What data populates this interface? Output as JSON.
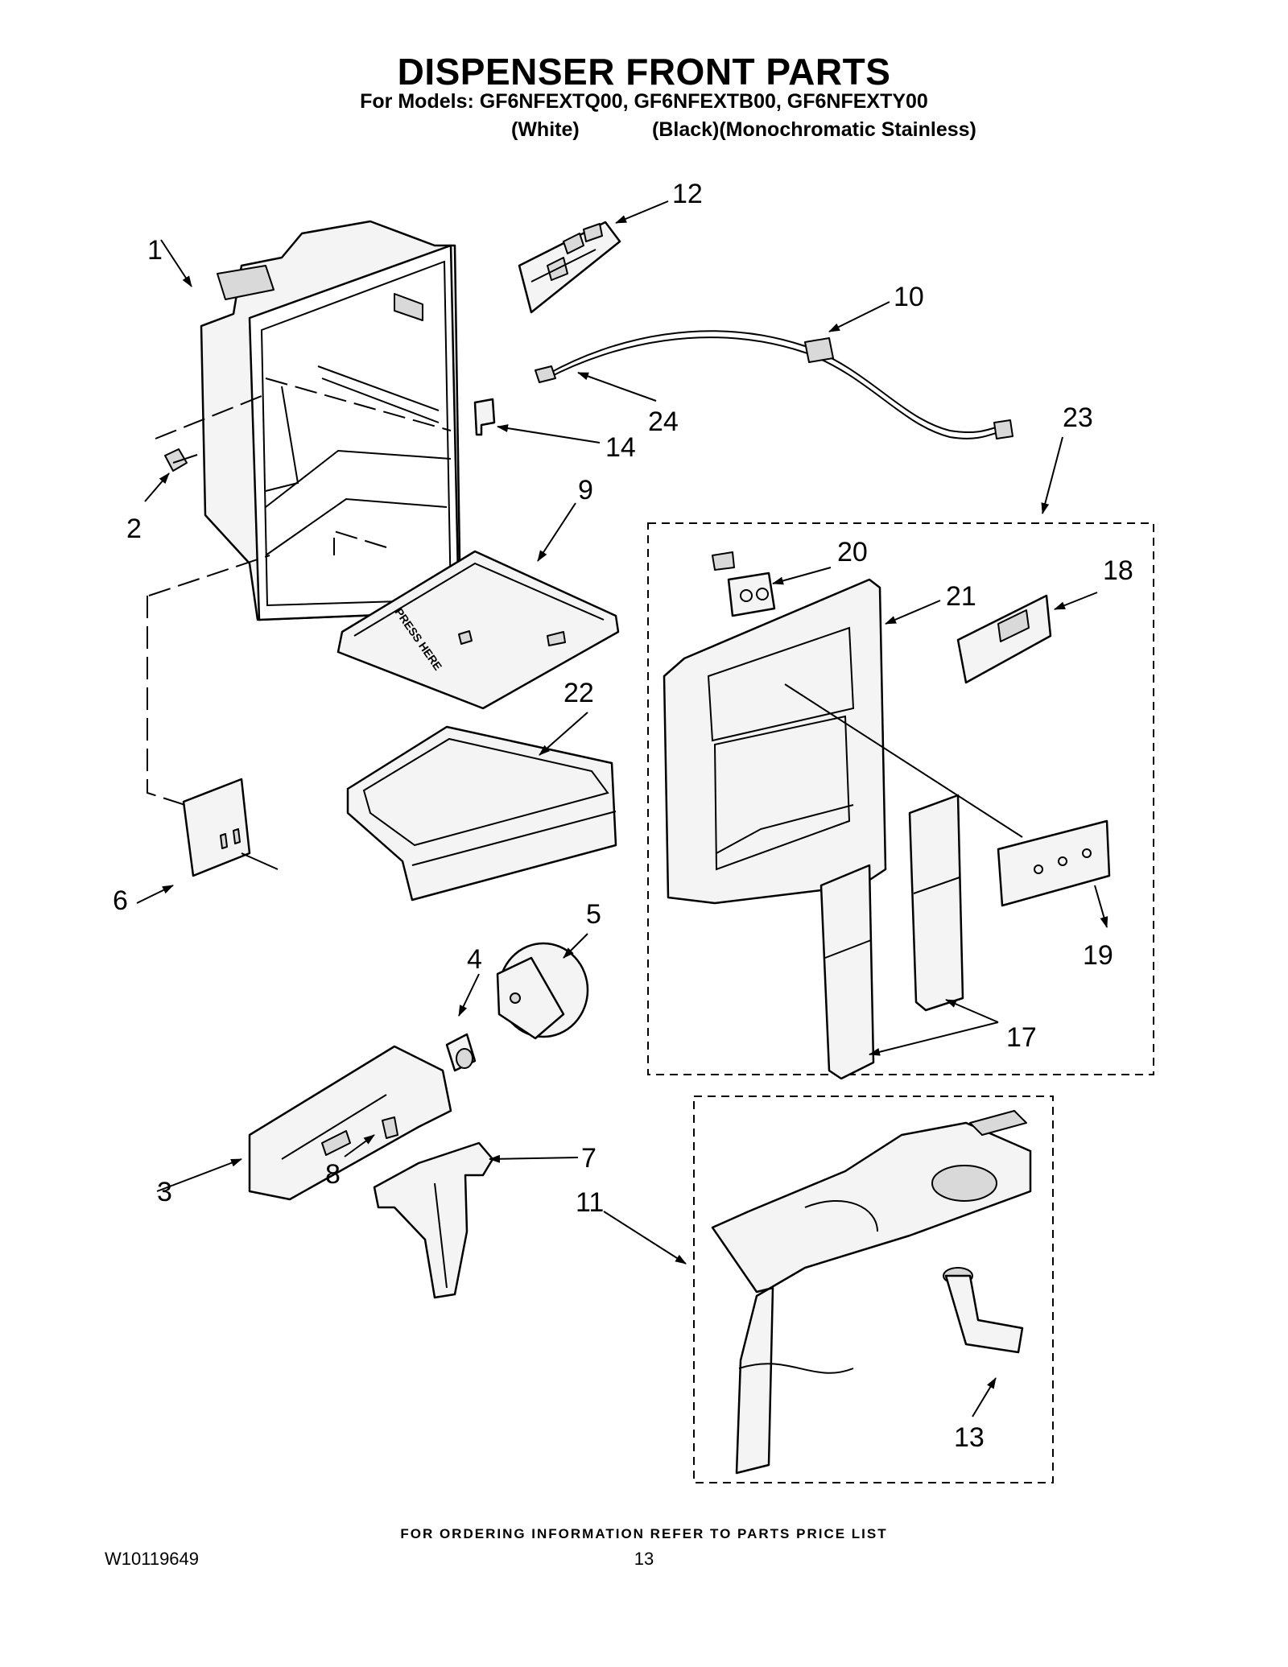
{
  "header": {
    "title": "DISPENSER FRONT PARTS",
    "models": "For Models: GF6NFEXTQ00, GF6NFEXTB00, GF6NFEXTY00",
    "color_white": "(White)",
    "color_black_stainless": "(Black)(Monochromatic Stainless)"
  },
  "callouts": {
    "c1": "1",
    "c2": "2",
    "c3": "3",
    "c4": "4",
    "c5": "5",
    "c6": "6",
    "c7": "7",
    "c8": "8",
    "c9": "9",
    "c10": "10",
    "c11": "11",
    "c12": "12",
    "c13": "13",
    "c14": "14",
    "c17": "17",
    "c18": "18",
    "c19": "19",
    "c20": "20",
    "c21": "21",
    "c22": "22",
    "c23": "23",
    "c24": "24"
  },
  "tray_label": "PRESS HERE",
  "footer": {
    "note": "FOR ORDERING INFORMATION REFER TO PARTS PRICE LIST",
    "doc_number": "W10119649",
    "page_number": "13"
  }
}
